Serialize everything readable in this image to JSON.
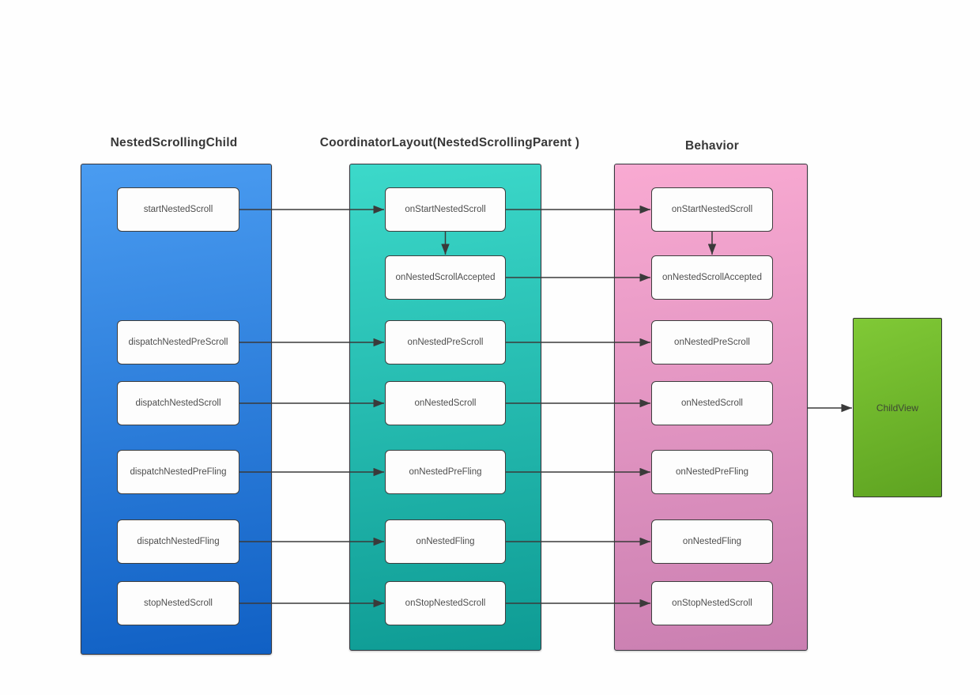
{
  "background": "#fefefe",
  "colors": {
    "col1-top": "#4a9cf1",
    "col1-bottom": "#1060c4",
    "col2-top": "#3cd9ca",
    "col2-bottom": "#0e9b94",
    "col3-top": "#f9aad2",
    "col3-bottom": "#ca7fb1",
    "green-top": "#80c936",
    "green-bottom": "#5ea321",
    "arrow": "#3a3a3a",
    "node-bg": "#fdfdfd",
    "node-border": "#3e3e3e",
    "node-text": "#4e4e4e",
    "title-text": "#373737",
    "panel-border": "#35353d"
  },
  "columns": [
    {
      "title": "NestedScrollingChild",
      "nodes": [
        "startNestedScroll",
        "dispatchNestedPreScroll",
        "dispatchNestedScroll",
        "dispatchNestedPreFling",
        "dispatchNestedFling",
        "stopNestedScroll"
      ]
    },
    {
      "title": "CoordinatorLayout(NestedScrollingParent )",
      "nodes": [
        "onStartNestedScroll",
        "onNestedScrollAccepted",
        "onNestedPreScroll",
        "onNestedScroll",
        "onNestedPreFling",
        "onNestedFling",
        "onStopNestedScroll"
      ]
    },
    {
      "title": "Behavior",
      "nodes": [
        "onStartNestedScroll",
        "onNestedScrollAccepted",
        "onNestedPreScroll",
        "onNestedScroll",
        "onNestedPreFling",
        "onNestedFling",
        "onStopNestedScroll"
      ]
    }
  ],
  "child_view": {
    "label": "ChildView"
  }
}
